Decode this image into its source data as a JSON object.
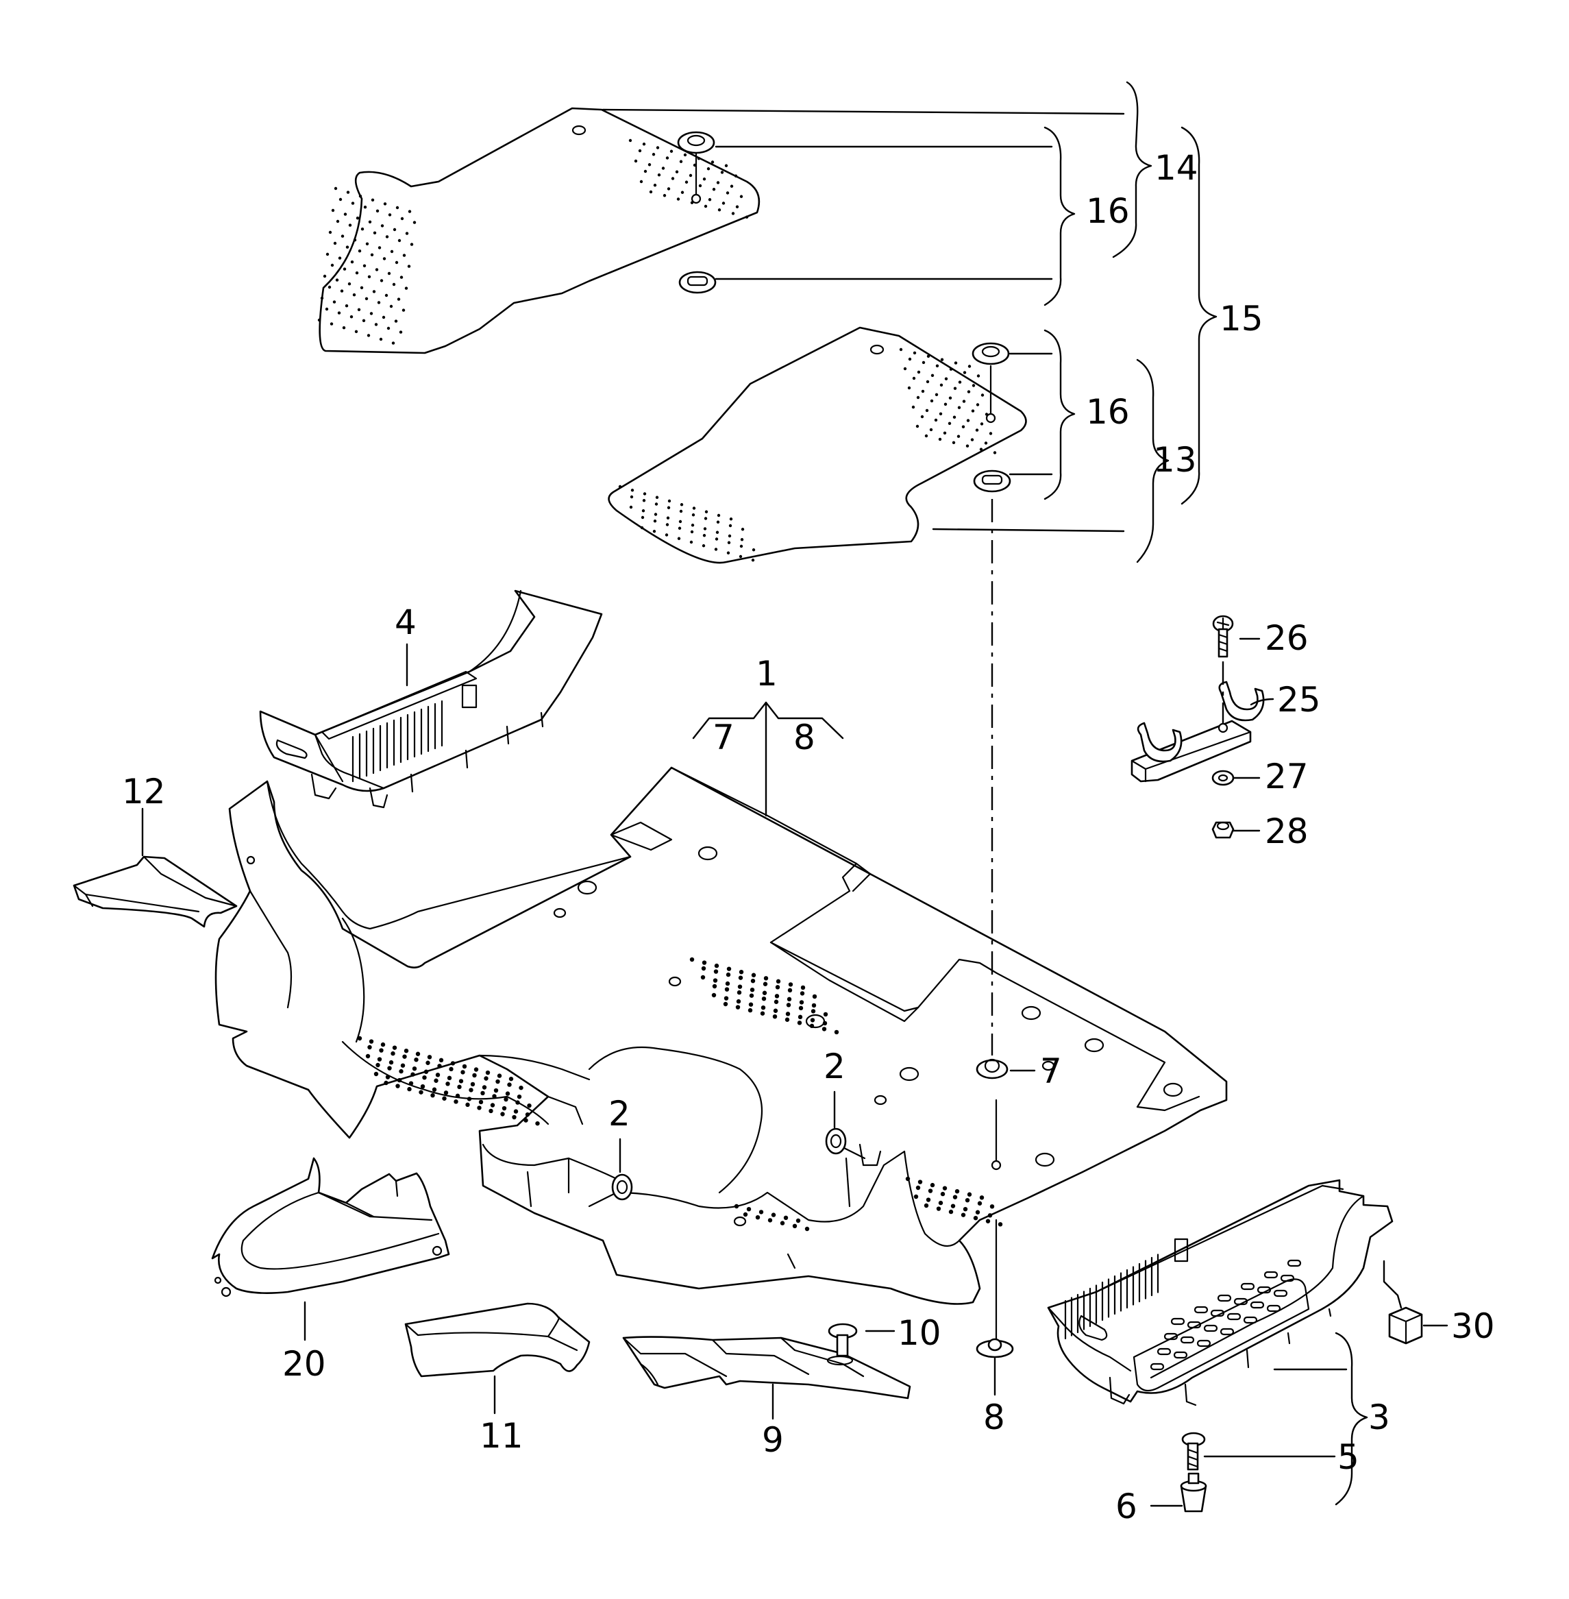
{
  "callouts": {
    "c1": "1",
    "c2a": "2",
    "c2b": "2",
    "c3": "3",
    "c4": "4",
    "c5": "5",
    "c6": "6",
    "c7a": "7",
    "c7b": "7",
    "c8a": "8",
    "c8b": "8",
    "c9": "9",
    "c10": "10",
    "c11": "11",
    "c12": "12",
    "c13": "13",
    "c14": "14",
    "c15": "15",
    "c16a": "16",
    "c16b": "16",
    "c20": "20",
    "c25": "25",
    "c26": "26",
    "c27": "27",
    "c28": "28",
    "c30": "30"
  },
  "colors": {
    "line": "#000000",
    "background": "#ffffff"
  }
}
